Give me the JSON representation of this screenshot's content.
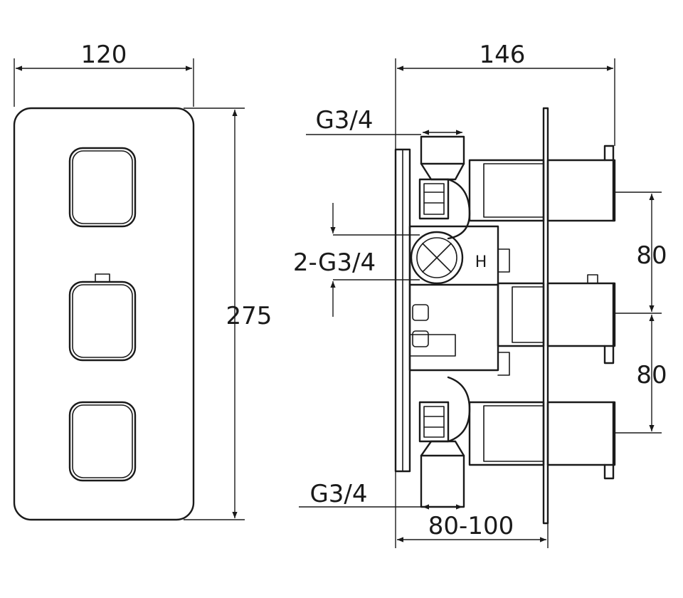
{
  "front_view": {
    "width_label": "120",
    "height_label": "275"
  },
  "side_view": {
    "depth_label": "146",
    "top_inlet_label": "G3/4",
    "middle_outlet_label": "2-G3/4",
    "bottom_inlet_label": "G3/4",
    "wall_depth_label": "80-100",
    "upper_spacing_label": "80",
    "lower_spacing_label": "80",
    "hot_mark": "H"
  },
  "colors": {
    "line": "#1a1a1a",
    "background": "#ffffff"
  }
}
